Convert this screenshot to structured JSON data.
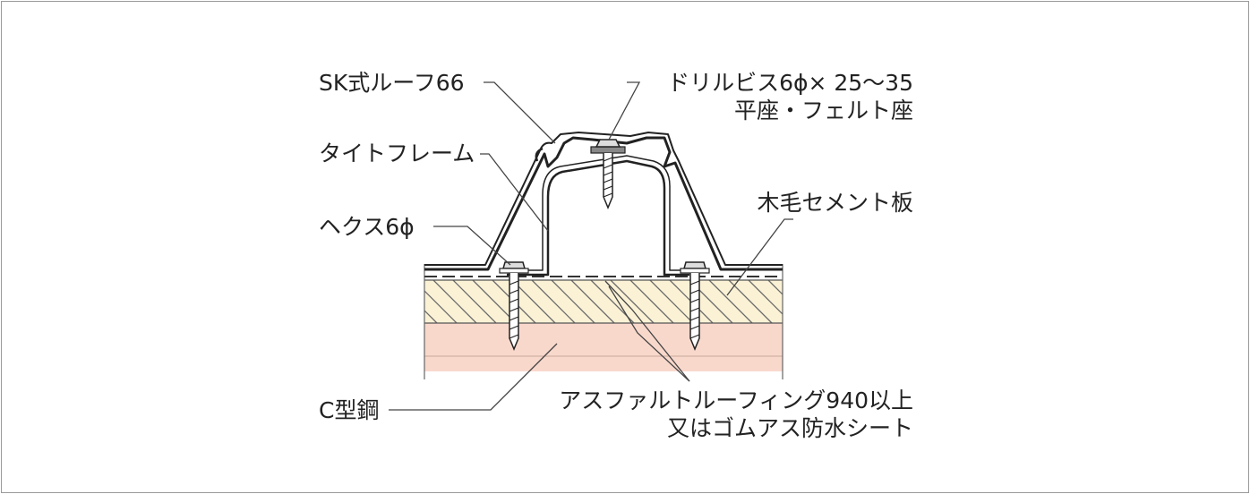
{
  "labels": {
    "sk_roof": "SK式ルーフ66",
    "tight_frame": "タイトフレーム",
    "hex": "ヘクス6ϕ",
    "c_steel": "C型鋼",
    "drill_screw_line1": "ドリルビス6ϕ× 25〜35",
    "drill_screw_line2": "平座・フェルト座",
    "wood_cement": "木毛セメント板",
    "asphalt_line1": "アスファルトルーフィング940以上",
    "asphalt_line2": "又はゴムアス防水シート"
  },
  "colors": {
    "wood_board": "#fbf2d6",
    "c_steel": "#f9d8cc",
    "stroke": "#222222",
    "background": "#ffffff"
  }
}
